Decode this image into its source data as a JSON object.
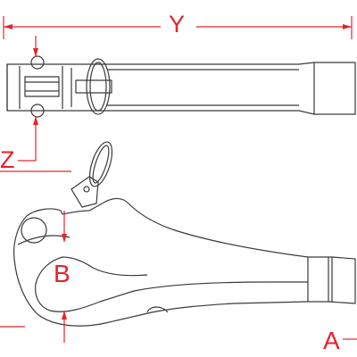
{
  "dimensions": {
    "y": "Y",
    "z": "Z",
    "b": "B",
    "a": "A"
  },
  "colors": {
    "dimension_red": "#e3242b",
    "outline": "#3a3a3a",
    "background": "#ffffff"
  }
}
